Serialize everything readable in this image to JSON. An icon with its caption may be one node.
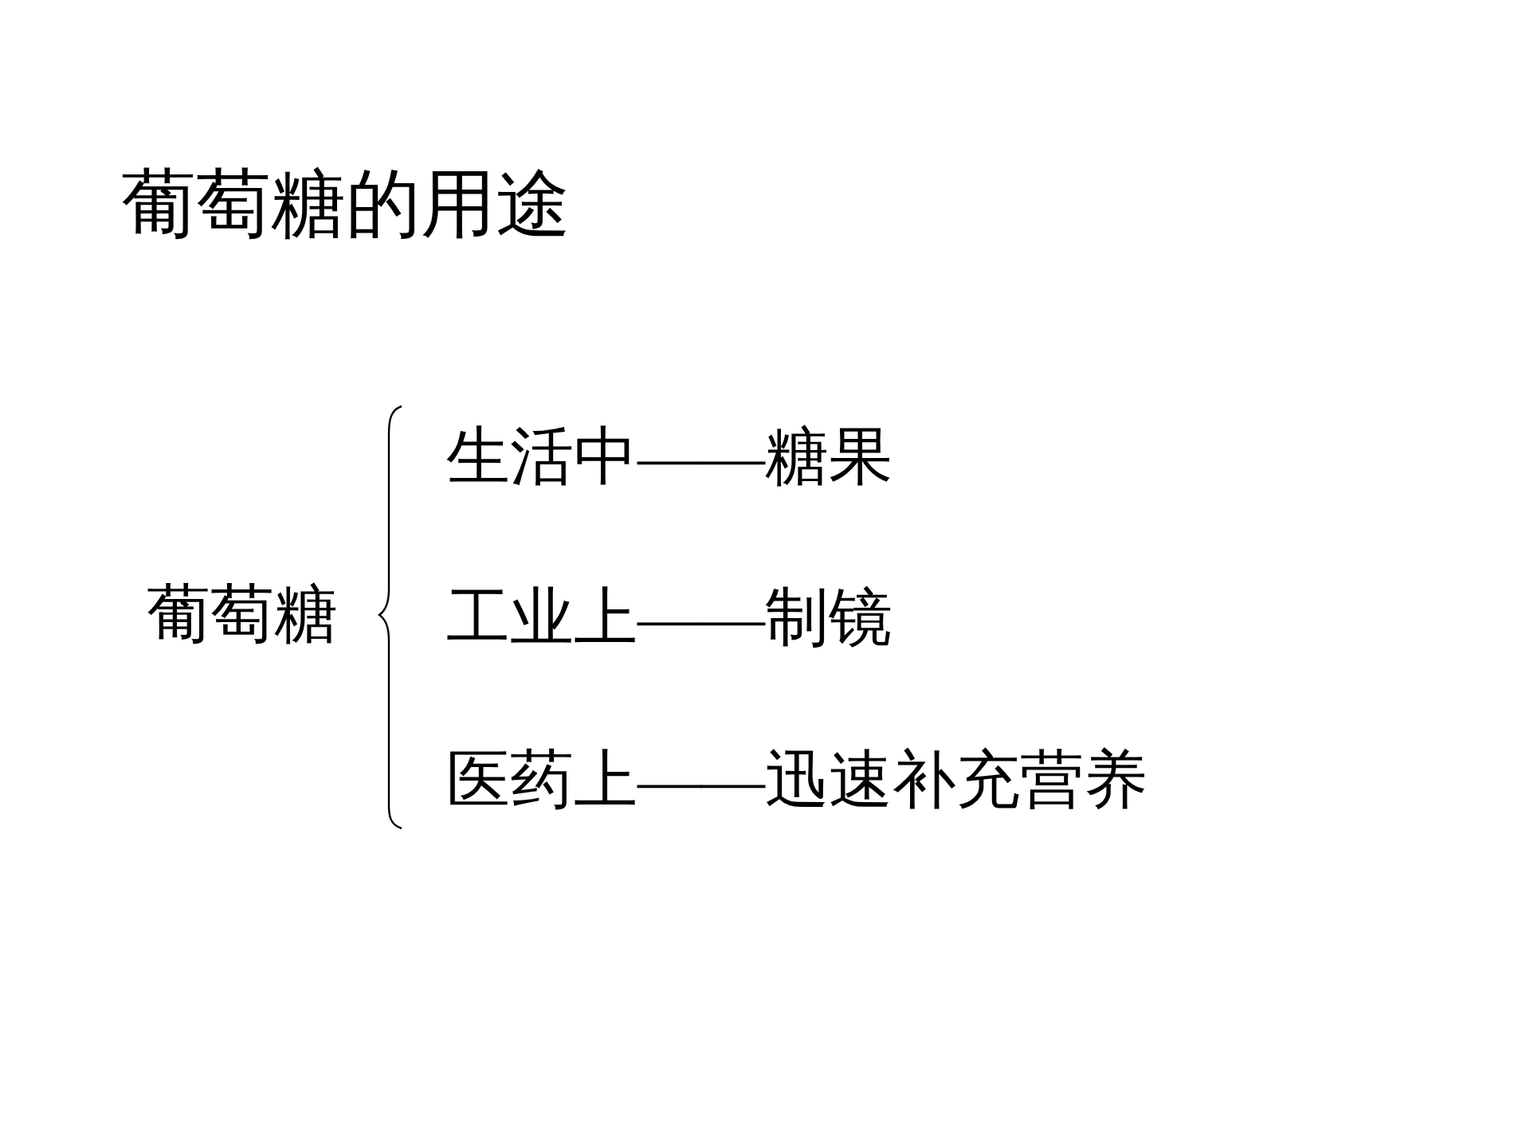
{
  "diagram": {
    "title": "葡萄糖的用途",
    "labels": [
      "葡萄糖",
      "生活中——糖果",
      "工业上——制镜",
      "医药上——迅速补充营养"
    ]
  }
}
